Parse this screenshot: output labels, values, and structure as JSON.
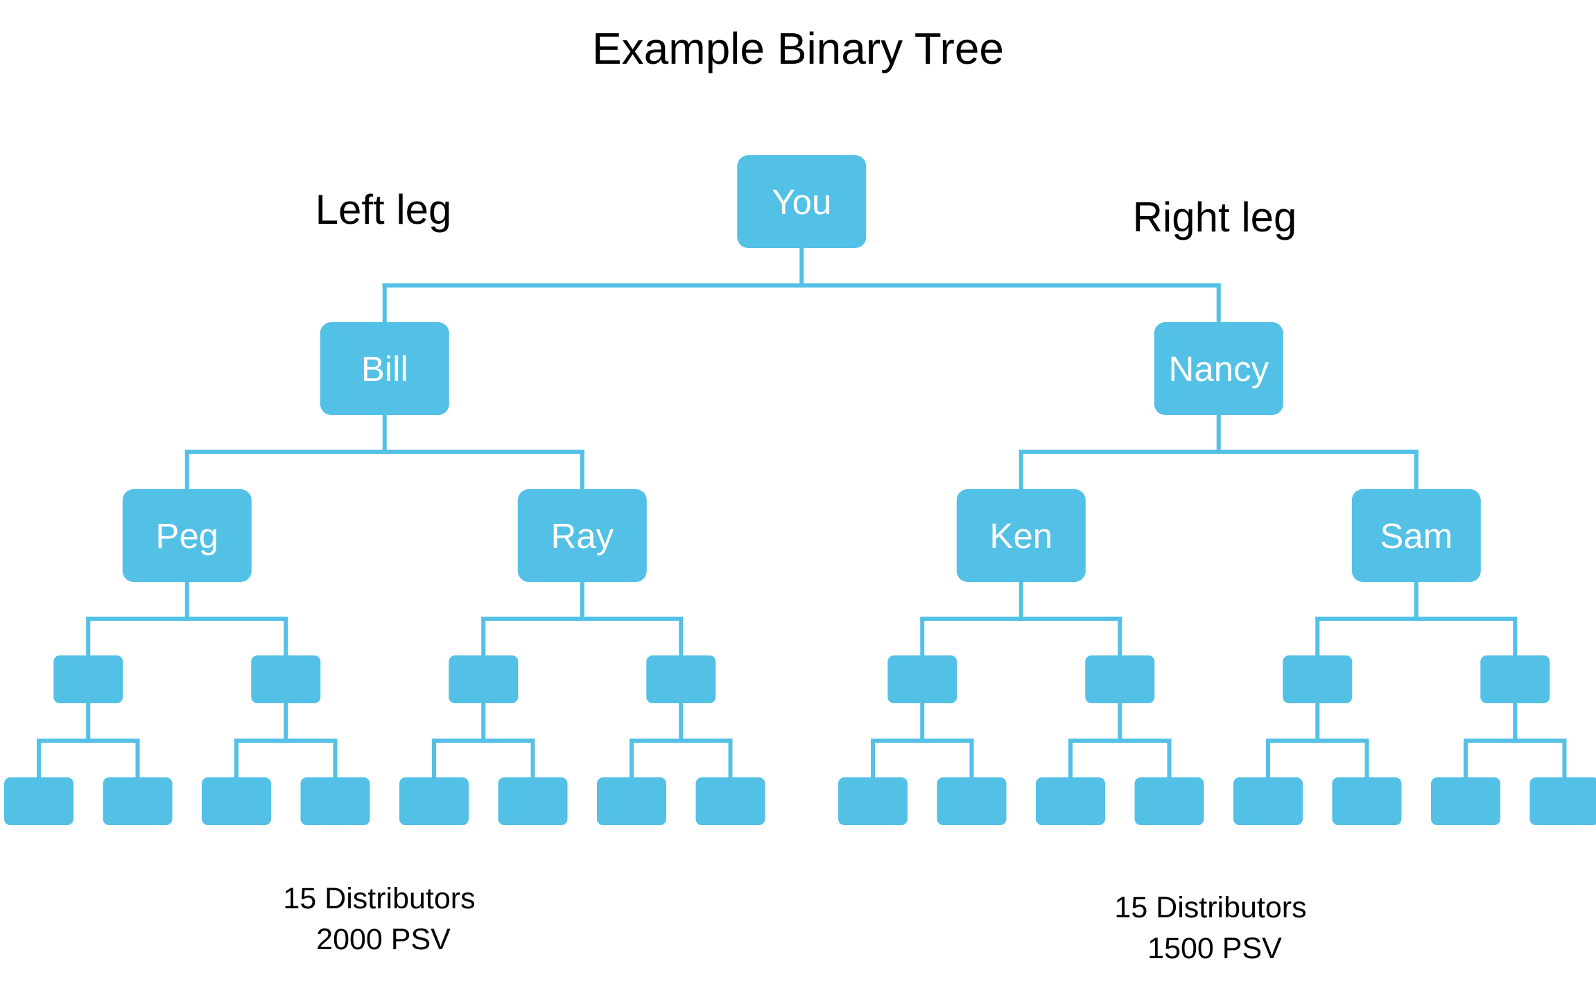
{
  "title": "Example Binary Tree",
  "legs": {
    "left": {
      "label": "Left leg",
      "summary": [
        "15 Distributors",
        "2000 PSV"
      ]
    },
    "right": {
      "label": "Right leg",
      "summary": [
        "15 Distributors",
        "1500 PSV"
      ]
    }
  },
  "tree": {
    "name": "You",
    "children": [
      {
        "name": "Bill",
        "children": [
          {
            "name": "Peg",
            "children": [
              {
                "name": "",
                "children": [
                  {
                    "name": ""
                  },
                  {
                    "name": ""
                  }
                ]
              },
              {
                "name": "",
                "children": [
                  {
                    "name": ""
                  },
                  {
                    "name": ""
                  }
                ]
              }
            ]
          },
          {
            "name": "Ray",
            "children": [
              {
                "name": "",
                "children": [
                  {
                    "name": ""
                  },
                  {
                    "name": ""
                  }
                ]
              },
              {
                "name": "",
                "children": [
                  {
                    "name": ""
                  },
                  {
                    "name": ""
                  }
                ]
              }
            ]
          }
        ]
      },
      {
        "name": "Nancy",
        "children": [
          {
            "name": "Ken",
            "children": [
              {
                "name": "",
                "children": [
                  {
                    "name": ""
                  },
                  {
                    "name": ""
                  }
                ]
              },
              {
                "name": "",
                "children": [
                  {
                    "name": ""
                  },
                  {
                    "name": ""
                  }
                ]
              }
            ]
          },
          {
            "name": "Sam",
            "children": [
              {
                "name": "",
                "children": [
                  {
                    "name": ""
                  },
                  {
                    "name": ""
                  }
                ]
              },
              {
                "name": "",
                "children": [
                  {
                    "name": ""
                  },
                  {
                    "name": ""
                  }
                ]
              }
            ]
          }
        ]
      }
    ]
  },
  "colors": {
    "node_fill": "#53c0e6",
    "connector": "#53c0e6",
    "node_text": "#ffffff",
    "text": "#000000",
    "background": "#ffffff"
  }
}
